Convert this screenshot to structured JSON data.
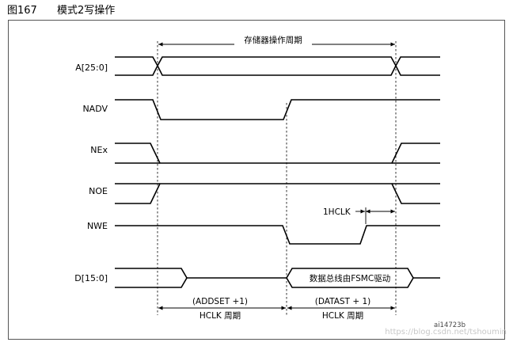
{
  "figure": {
    "number": "图167",
    "title": "模式2写操作"
  },
  "annotations": {
    "memory_cycle": "存储器操作周期",
    "one_hclk": "1HCLK",
    "addset_top": "(ADDSET +1)",
    "addset_bottom": "HCLK 周期",
    "datast_top": "(DATAST + 1)",
    "datast_bottom": "HCLK 周期",
    "data_bus": "数据总线由FSMC驱动"
  },
  "signals": {
    "a": "A[25:0]",
    "nadv": "NADV",
    "nex": "NEx",
    "noe": "NOE",
    "nwe": "NWE",
    "d": "D[15:0]"
  },
  "figure_id": "ai14723b",
  "watermark": "https://blog.csdn.net/tshoumin"
}
